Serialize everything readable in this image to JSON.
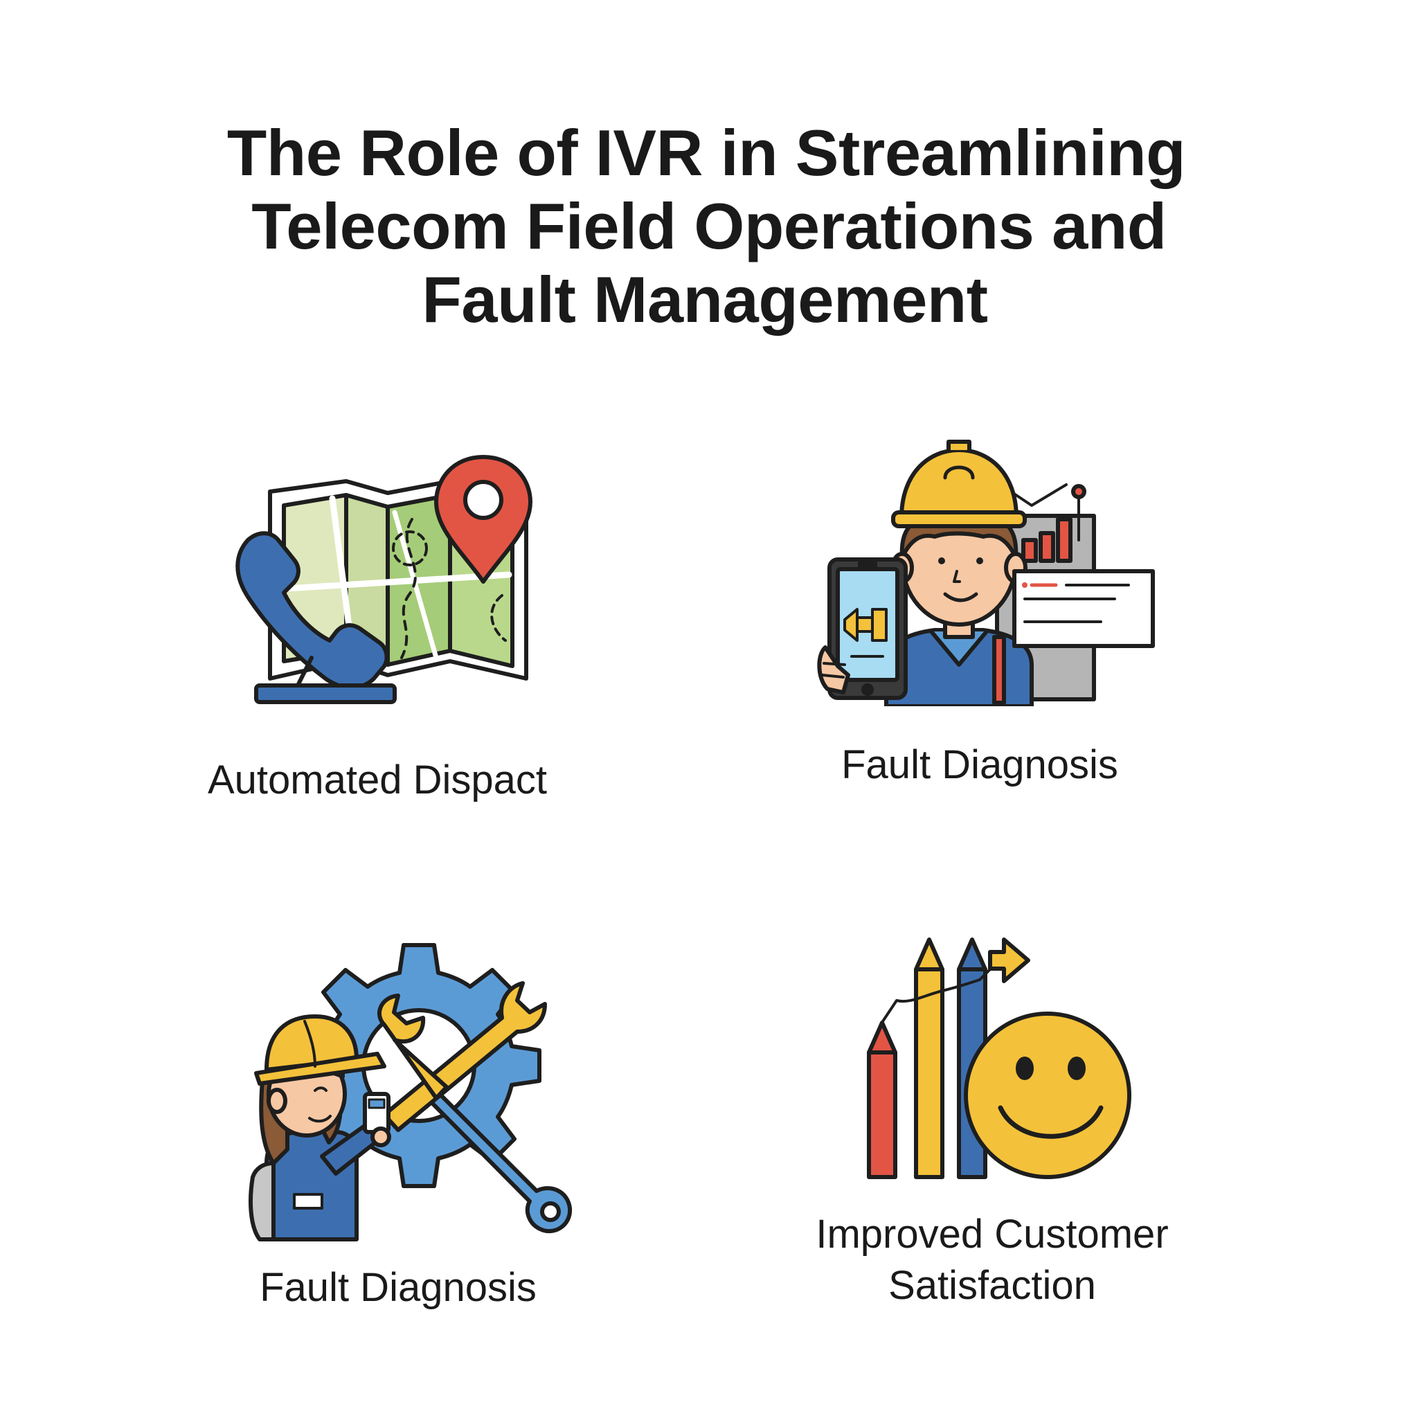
{
  "title": {
    "line1": "The Role of IVR in Streamlining",
    "line2": "Telecom Field Operations and",
    "line3": "Fault Management"
  },
  "items": [
    {
      "caption": "Automated Dispact",
      "icon": "phone-map-pin-icon"
    },
    {
      "caption": "Fault Diagnosis",
      "icon": "technician-phone-dashboard-icon"
    },
    {
      "caption": "Fault Diagnosis",
      "icon": "technician-gear-wrench-icon"
    },
    {
      "caption_line1": "Improved Customer",
      "caption_line2": "Satisfaction",
      "icon": "growth-bars-smiley-icon"
    }
  ],
  "colors": {
    "blue": "#3d6fb0",
    "light_blue": "#5b9bd5",
    "yellow": "#f4c13a",
    "red": "#e25545",
    "green": "#9cc56a",
    "outline": "#1e1e1e"
  }
}
